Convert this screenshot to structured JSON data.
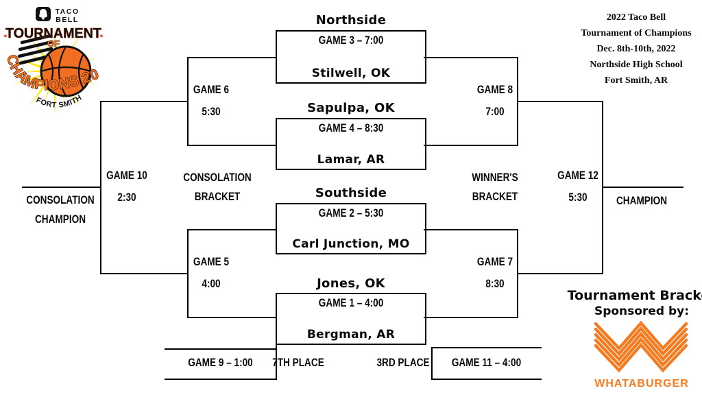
{
  "colors": {
    "line": "#000000",
    "logo_orange": "#F26F21",
    "logo_yellow": "#FFE819",
    "whataburger_orange": "#F47B20"
  },
  "logo": {
    "taco": "TACO",
    "bell": "BELL",
    "tournament": "TOURNAMENT",
    "of": "OF",
    "champions": "CHAMPIONS 2022",
    "city": "FORT SMITH"
  },
  "event_info": {
    "lines": [
      "2022 Taco Bell",
      "Tournament of Champions",
      "Dec. 8th-10th, 2022",
      "Northside High School",
      "Fort Smith, AR"
    ]
  },
  "bracket": {
    "matchups": [
      {
        "title": "Northside",
        "label": "GAME 3 – 7:00",
        "team": "Stilwell, OK"
      },
      {
        "title": "Sapulpa, OK",
        "label": "GAME 4 – 8:30",
        "team": "Lamar, AR"
      },
      {
        "title": "Southside",
        "label": "GAME 2 – 5:30",
        "team": "Carl Junction, MO"
      },
      {
        "title": "Jones, OK",
        "label": "GAME 1 – 4:00",
        "team": "Bergman, AR"
      }
    ],
    "side_games": {
      "game6": {
        "label": "GAME 6",
        "time": "5:30"
      },
      "game5": {
        "label": "GAME 5",
        "time": "4:00"
      },
      "game8": {
        "label": "GAME 8",
        "time": "7:00"
      },
      "game7": {
        "label": "GAME 7",
        "time": "8:30"
      },
      "game10": {
        "label": "GAME 10",
        "time": "2:30"
      },
      "game12": {
        "label": "GAME 12",
        "time": "5:30"
      }
    },
    "labels": {
      "consolation_bracket": [
        "CONSOLATION",
        "BRACKET"
      ],
      "winners_bracket": [
        "WINNER'S",
        "BRACKET"
      ],
      "consolation_champion": [
        "CONSOLATION",
        "CHAMPION"
      ],
      "champion": "CHAMPION"
    },
    "bottom_row": {
      "game9": "GAME 9 – 1:00",
      "seventh_place": "7TH PLACE",
      "third_place": "3RD PLACE",
      "game11": "GAME 11 – 4:00"
    }
  },
  "sponsor": {
    "title": "Tournament Bracket",
    "subtitle": "Sponsored by:",
    "brand": "WHATABURGER"
  }
}
